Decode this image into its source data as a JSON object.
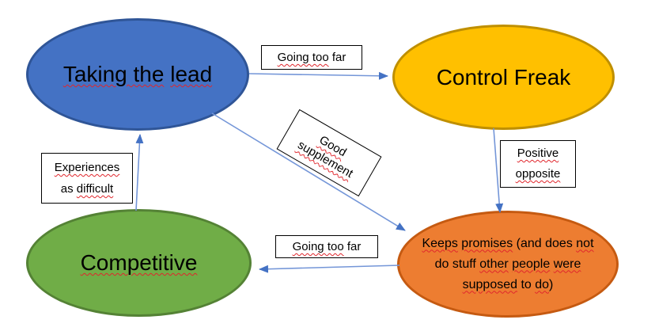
{
  "canvas": {
    "background": "#ffffff"
  },
  "colors": {
    "connector_line": "#7496D8",
    "connector_head": "#4472C4",
    "squiggle": "#E0262C",
    "label_border": "#000000",
    "label_bg": "#ffffff",
    "text": "#000000"
  },
  "nodes": {
    "taking_the_lead": {
      "label": "Taking the lead",
      "fill": "#4472C4",
      "border": "#2F5597",
      "lines": [
        [
          {
            "t": "Taking the",
            "m": true
          },
          {
            "t": " ",
            "m": false
          },
          {
            "t": "lead",
            "m": true
          }
        ]
      ]
    },
    "control_freak": {
      "label": "Control Freak",
      "fill": "#FFC000",
      "border": "#BF8F00",
      "lines": [
        [
          {
            "t": "Control Freak",
            "m": false
          }
        ]
      ]
    },
    "competitive": {
      "label": "Competitive",
      "fill": "#70AD47",
      "border": "#548235",
      "lines": [
        [
          {
            "t": "Competitive",
            "m": true
          }
        ]
      ]
    },
    "keeps_promises": {
      "label": "Keeps promises (and does not do stuff other people were supposed to do)",
      "fill": "#ED7D31",
      "border": "#C55A11",
      "lines": [
        [
          {
            "t": "Keeps",
            "m": true
          },
          {
            "t": " ",
            "m": false
          },
          {
            "t": "promises",
            "m": true
          },
          {
            "t": " (and does ",
            "m": false
          },
          {
            "t": "not",
            "m": true
          }
        ],
        [
          {
            "t": "do stuff ",
            "m": false
          },
          {
            "t": "other",
            "m": true
          },
          {
            "t": " ",
            "m": false
          },
          {
            "t": "people",
            "m": true
          },
          {
            "t": " ",
            "m": false
          },
          {
            "t": "were",
            "m": true
          }
        ],
        [
          {
            "t": "supposed",
            "m": true
          },
          {
            "t": " to ",
            "m": false
          },
          {
            "t": "do",
            "m": true
          },
          {
            "t": ")",
            "m": false
          }
        ]
      ]
    }
  },
  "labels": {
    "going_too_far_top": {
      "label": "Going too far",
      "lines": [
        [
          {
            "t": "Going too",
            "m": true
          },
          {
            "t": " far",
            "m": false
          }
        ]
      ]
    },
    "good_supplement": {
      "label": "Good supplement",
      "lines": [
        [
          {
            "t": "Good",
            "m": true
          }
        ],
        [
          {
            "t": "supplement",
            "m": true
          }
        ]
      ]
    },
    "positive_opposite": {
      "label": "Positive opposite",
      "lines": [
        [
          {
            "t": "Positive",
            "m": true
          }
        ],
        [
          {
            "t": "opposite",
            "m": true
          }
        ]
      ]
    },
    "experiences_as_difficult": {
      "label": "Experiences as difficult",
      "lines": [
        [
          {
            "t": "Experiences",
            "m": true
          }
        ],
        [
          {
            "t": "as ",
            "m": false
          },
          {
            "t": "difficult",
            "m": true
          }
        ]
      ]
    },
    "going_too_far_bottom": {
      "label": "Going too far",
      "lines": [
        [
          {
            "t": "Going too",
            "m": true
          },
          {
            "t": " far",
            "m": false
          }
        ]
      ]
    }
  },
  "edges": [
    {
      "from": "taking_the_lead",
      "to": "control_freak",
      "label": "Going too far"
    },
    {
      "from": "taking_the_lead",
      "to": "keeps_promises",
      "label": "Good supplement"
    },
    {
      "from": "control_freak",
      "to": "keeps_promises",
      "label": "Positive opposite"
    },
    {
      "from": "keeps_promises",
      "to": "competitive",
      "label": "Going too far"
    },
    {
      "from": "competitive",
      "to": "taking_the_lead",
      "label": "Experiences as difficult"
    }
  ]
}
